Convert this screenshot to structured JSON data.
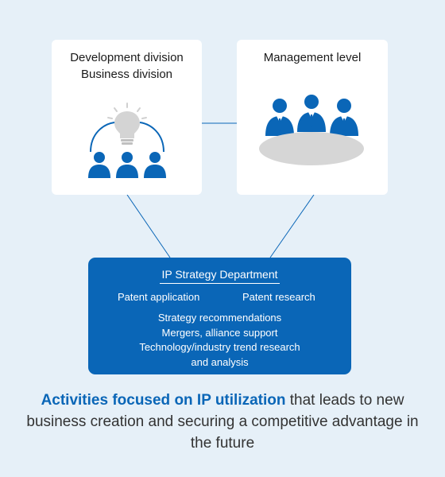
{
  "dev_card": {
    "title_lines": [
      "Development division",
      "Business division"
    ],
    "icon": "lightbulb-team-icon"
  },
  "mgmt_card": {
    "title": "Management level",
    "icon": "meeting-table-icon"
  },
  "ip_department": {
    "title": "IP Strategy Department",
    "left_activity": "Patent application",
    "right_activity": "Patent research",
    "list": [
      "Strategy recommendations",
      "Mergers, alliance support",
      "Technology/industry trend research",
      "and analysis"
    ]
  },
  "caption": {
    "highlight": "Activities focused on IP utilization",
    "rest": " that leads to new business creation and securing a competitive advantage in the future"
  },
  "colors": {
    "background": "#e6f0f8",
    "accent": "#0a66b7",
    "card": "#ffffff",
    "connector": "#0a66b7"
  }
}
